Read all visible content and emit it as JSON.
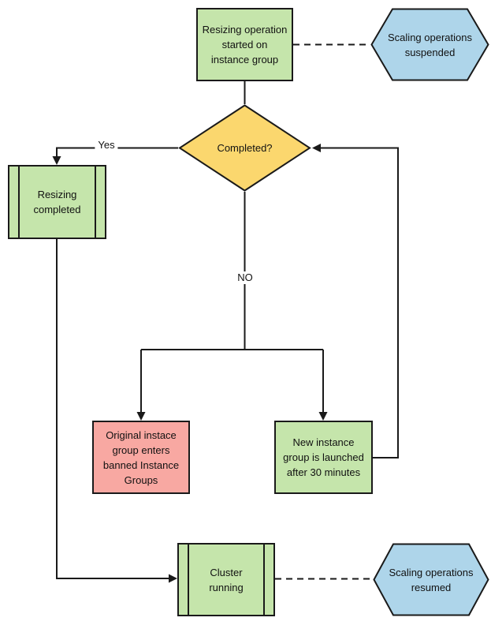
{
  "colors": {
    "green": "#c5e5ab",
    "yellow": "#fbd76e",
    "red": "#f8a8a2",
    "blue": "#aed5ea",
    "stroke": "#1a1a1a"
  },
  "nodes": {
    "start": {
      "type": "process",
      "lines": [
        "Resizing operation",
        "started on",
        "instance group"
      ]
    },
    "suspended": {
      "type": "hexagon",
      "lines": [
        "Scaling operations",
        "suspended"
      ]
    },
    "decision": {
      "type": "decision",
      "lines": [
        "Completed?"
      ]
    },
    "resizing_completed": {
      "type": "predefined-process",
      "lines": [
        "Resizing",
        "completed"
      ]
    },
    "banned": {
      "type": "process",
      "lines": [
        "Original instace",
        "group enters",
        "banned Instance",
        "Groups"
      ]
    },
    "new_instance": {
      "type": "process",
      "lines": [
        "New instance",
        "group is launched",
        "after 30 minutes"
      ]
    },
    "cluster": {
      "type": "predefined-process",
      "lines": [
        "Cluster",
        "running"
      ]
    },
    "resumed": {
      "type": "hexagon",
      "lines": [
        "Scaling operations",
        "resumed"
      ]
    }
  },
  "edge_labels": {
    "yes": "Yes",
    "no": "NO"
  }
}
